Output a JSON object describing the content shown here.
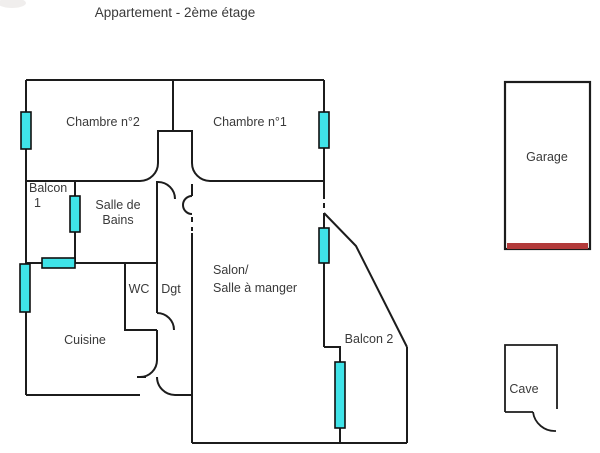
{
  "title": "Appartement - 2ème étage",
  "colors": {
    "wall": "#1c1c1c",
    "window_fill": "#3fe3e8",
    "window_border": "#101010",
    "garage_door_red": "#b23a3a",
    "text": "#3a3a3a",
    "background": "#ffffff"
  },
  "rooms": {
    "chambre2": "Chambre n°2",
    "chambre1": "Chambre n°1",
    "balcon1_l1": "Balcon",
    "balcon1_l2": "1",
    "salle_de_bains_l1": "Salle de",
    "salle_de_bains_l2": "Bains",
    "wc": "WC",
    "dgt": "Dgt",
    "salon_l1": "Salon/",
    "salon_l2": "Salle à manger",
    "cuisine": "Cuisine",
    "balcon2": "Balcon 2",
    "garage": "Garage",
    "cave": "Cave"
  },
  "symbols": {
    "window": "cyan-filled-rectangle-on-wall",
    "door": "quarter-circle-swing-arc",
    "garage_door": "red-thick-line-at-garage-bottom"
  }
}
